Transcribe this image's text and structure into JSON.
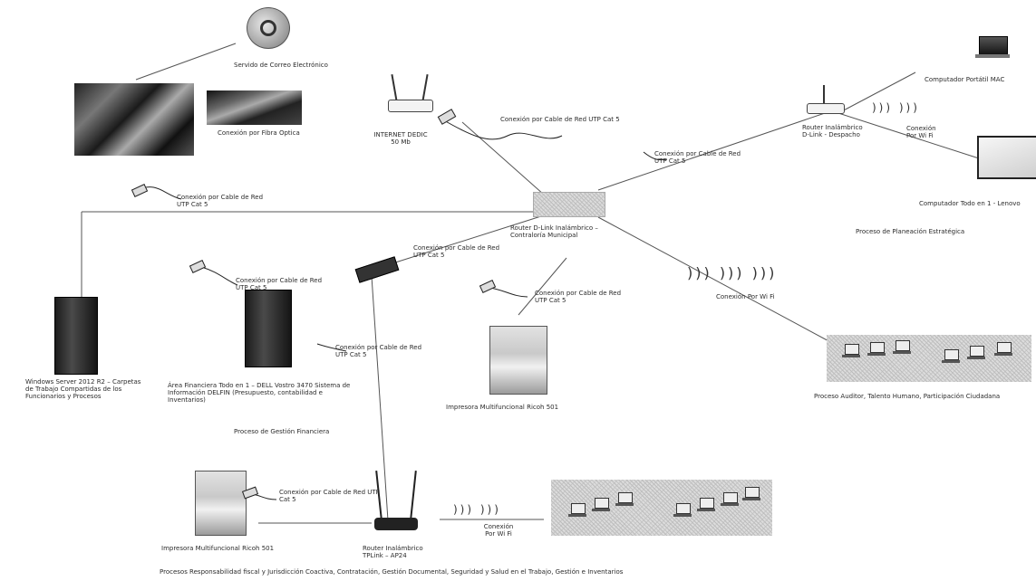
{
  "labels": {
    "email_service": "Servido de Correo Electrónico",
    "fiber_connection": "Conexión por Fibra Optica",
    "internet": "INTERNET DEDIC 50 Mb",
    "cable_conn_top": "Conexión por Cable de Red UTP Cat 5",
    "cable_conn_center": "Conexión por Cable de Red UTP Cat 5",
    "wireless_router_office": "Router Inalámbrico D-Link - Despacho",
    "laptop_mac": "Computador Portátil MAC",
    "wifi_conn_office": "Conexión Por Wi Fi",
    "all_in_one_lenovo": "Computador Todo en 1 - Lenovo",
    "strategic_planning": "Proceso de Planeación Estratégica",
    "cable_conn_left": "Conexión por Cable de Red UTP Cat 5",
    "main_router": "Router D-Link Inalámbrico – Contraloría Municipal",
    "cable_conn_switch": "Conexión por Cable de Red UTP Cat 5",
    "cable_conn_financial": "Conexión por Cable de Red UTP Cat 5",
    "cable_conn_printer": "Conexión por Cable de Red UTP Cat 5",
    "wifi_conn_center": "Conexión Por Wi Fi",
    "cable_conn_financial_pc": "Conexión por Cable de Red UTP Cat 5",
    "server": "Windows Server 2012 R2 – Carpetas de Trabajo Compartidas de los Funcionarios y Procesos",
    "financial_area": "Área Financiera Todo en 1 – DELL Vostro 3470 Sistema de Información DELFIN (Presupuesto, contabilidad e Inventarios)",
    "financial_process": "Proceso de Gestión Financiera",
    "printer_center": "Impresora Multifuncional Ricoh 501",
    "audit_processes": "Proceso Auditor, Talento Humano, Participación Ciudadana",
    "cable_conn_bottom": "Conexión por Cable de Red UTP Cat 5",
    "printer_bottom": "Impresora Multifuncional Ricoh 501",
    "router_tplink": "Router Inalámbrico TPLink – AP24",
    "wifi_conn_bottom": "Conexión Por Wi Fi",
    "bottom_processes": "Procesos Responsabilidad fiscal y Jurisdicción Coactiva, Contratación, Gestión Documental, Seguridad y Salud en el Trabajo, Gestión e Inventarios"
  }
}
